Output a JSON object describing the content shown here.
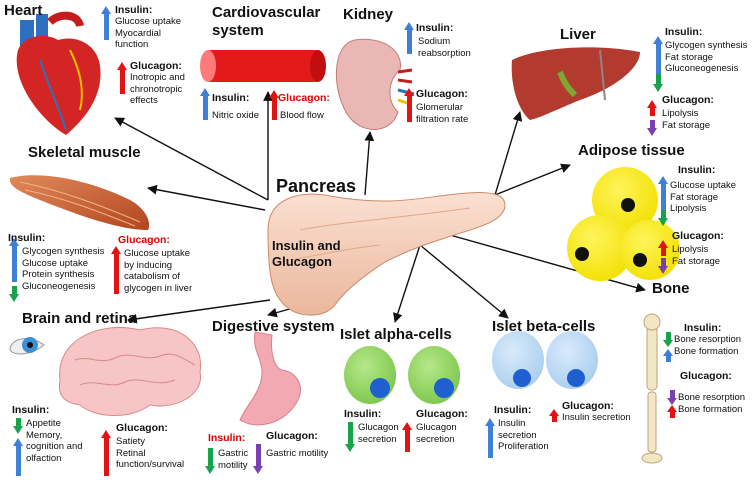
{
  "colors": {
    "blue": "#3f7fd6",
    "green": "#16a34a",
    "red": "#e11414",
    "purple": "#7b3fb0"
  },
  "center": {
    "title": "Pancreas",
    "label": [
      "Insulin and",
      "Glucagon"
    ]
  },
  "heart": {
    "title": "Heart",
    "insulin_h": "Insulin:",
    "insulin": [
      "Glucose uptake",
      "Myocardial",
      "function"
    ],
    "glucagon_h": "Glucagon:",
    "glucagon": [
      "Inotropic and",
      "chronotropic",
      "effects"
    ]
  },
  "cardio": {
    "title": [
      "Cardiovascular",
      "system"
    ],
    "insulin_h": "Insulin:",
    "insulin": [
      "Nitric oxide"
    ],
    "glucagon_h": "Glucagon:",
    "glucagon": [
      "Blood flow"
    ]
  },
  "kidney": {
    "title": "Kidney",
    "insulin_h": "Insulin:",
    "insulin": [
      "Sodium",
      "reabsorption"
    ],
    "glucagon_h": "Glucagon:",
    "glucagon": [
      "Glomerular",
      "filtration rate"
    ]
  },
  "liver": {
    "title": "Liver",
    "insulin_h": "Insulin:",
    "insulin": [
      "Glycogen synthesis",
      "Fat storage",
      "Gluconeogenesis"
    ],
    "glucagon_h": "Glucagon:",
    "glucagon": [
      "Lipolysis",
      "Fat storage"
    ]
  },
  "skeletal": {
    "title": "Skeletal muscle",
    "insulin_h": "Insulin:",
    "insulin": [
      "Glycogen synthesis",
      "Glucose uptake",
      "Protein synthesis",
      "Gluconeogenesis"
    ],
    "glucagon_h": "Glucagon:",
    "glucagon": [
      "Glucose uptake",
      "by inducing",
      "catabolism of",
      "glycogen in liver"
    ]
  },
  "adipose": {
    "title": "Adipose tissue",
    "insulin_h": "Insulin:",
    "insulin": [
      "Glucose uptake",
      "Fat storage",
      "Lipolysis"
    ],
    "glucagon_h": "Glucagon:",
    "glucagon": [
      "Lipolysis",
      "Fat storage"
    ]
  },
  "bone": {
    "title": "Bone",
    "insulin_h": "Insulin:",
    "insulin": [
      "Bone resorption",
      "Bone formation"
    ],
    "glucagon_h": "Glucagon:",
    "glucagon": [
      "Bone resorption",
      "Bone formation"
    ]
  },
  "brain": {
    "title": "Brain and retina",
    "insulin_h": "Insulin:",
    "insulin": [
      "Appetite",
      "Memory,",
      "cognition and",
      "olfaction"
    ],
    "glucagon_h": "Glucagon:",
    "glucagon": [
      "Satiety",
      "Retinal",
      "function/survival"
    ]
  },
  "digestive": {
    "title": "Digestive system",
    "insulin_h": "Insulin:",
    "insulin": [
      "Gastric",
      "motility"
    ],
    "glucagon_h": "Glucagon:",
    "glucagon": [
      "Gastric motility"
    ]
  },
  "alpha": {
    "title": "Islet alpha-cells",
    "insulin_h": "Insulin:",
    "insulin": [
      "Glucagon",
      "secretion"
    ],
    "glucagon_h": "Glucagon:",
    "glucagon": [
      "Glucagon",
      "secretion"
    ]
  },
  "beta": {
    "title": "Islet beta-cells",
    "insulin_h": "Insulin:",
    "insulin": [
      "Insulin",
      "secretion",
      "Proliferation"
    ],
    "glucagon_h": "Glucagon:",
    "glucagon": [
      "Insulin secretion"
    ]
  }
}
